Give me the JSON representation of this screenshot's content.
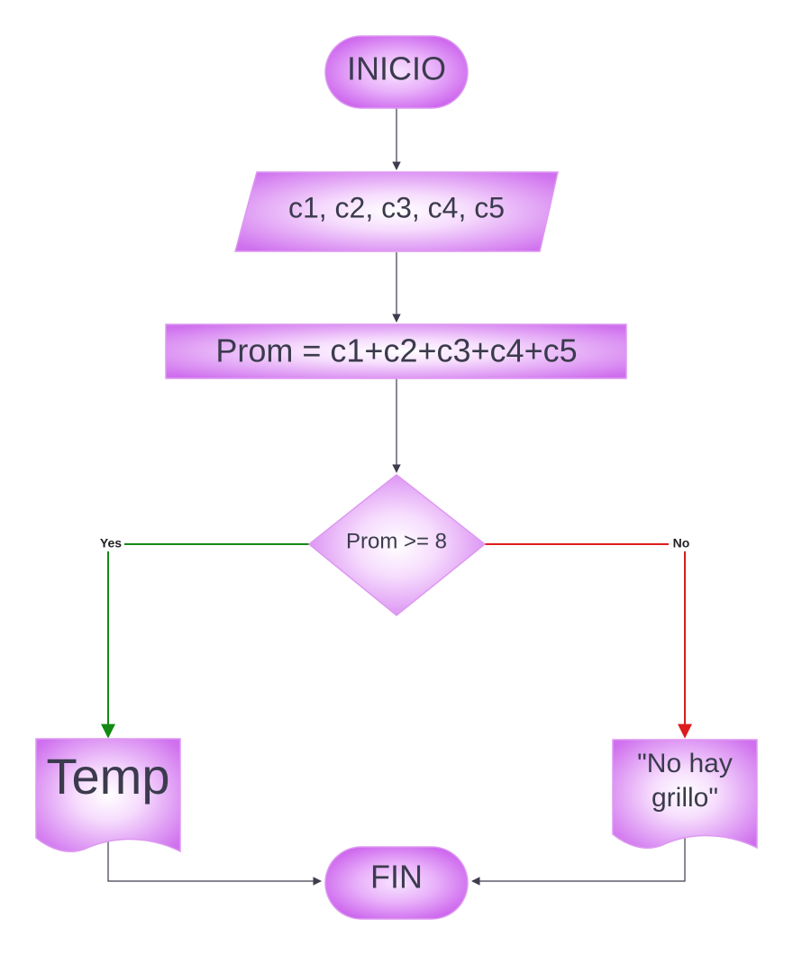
{
  "nodes": {
    "start": {
      "label": "INICIO",
      "shape": "terminator"
    },
    "input": {
      "label": "c1, c2, c3, c4, c5",
      "shape": "input-output"
    },
    "process": {
      "label": "Prom = c1+c2+c3+c4+c5",
      "shape": "process"
    },
    "decision": {
      "label": "Prom >= 8",
      "shape": "decision"
    },
    "output_yes": {
      "label": "Temp",
      "shape": "document"
    },
    "output_no": {
      "label_line1": "\"No hay",
      "label_line2": "grillo\"",
      "shape": "document"
    },
    "end": {
      "label": "FIN",
      "shape": "terminator"
    }
  },
  "edges": {
    "yes_label": "Yes",
    "no_label": "No"
  },
  "colors": {
    "shape_fill_light": "#fbeaff",
    "shape_fill_dark": "#cc66ee",
    "shape_stroke": "#dd99f0",
    "arrow_default": "#3d3d4d",
    "arrow_yes": "#138a13",
    "arrow_no": "#dd1c1c"
  }
}
